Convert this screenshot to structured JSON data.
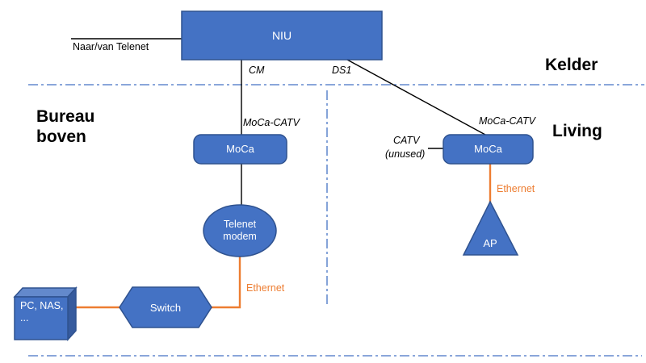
{
  "diagram": {
    "areas": {
      "kelder": "Kelder",
      "bureau_boven": "Bureau boven",
      "living": "Living"
    },
    "nodes": {
      "niu": "NIU",
      "moca_left": "MoCa",
      "moca_right": "MoCa",
      "telenet_modem": "Telenet modem",
      "switch": "Switch",
      "pc_nas": "PC, NAS, ...",
      "ap": "AP"
    },
    "labels": {
      "naar_van_telenet": "Naar/van Telenet",
      "cm": "CM",
      "ds1": "DS1",
      "moca_catv_left": "MoCa-CATV",
      "moca_catv_right": "MoCa-CATV",
      "catv": "CATV",
      "catv_unused": "(unused)",
      "ethernet_left": "Ethernet",
      "ethernet_right": "Ethernet"
    },
    "colors": {
      "node_fill": "#4472C4",
      "node_border": "#2F528F",
      "ethernet_line": "#ED7D31",
      "boundary_line": "#4472C4",
      "wire_line": "#000000"
    }
  }
}
